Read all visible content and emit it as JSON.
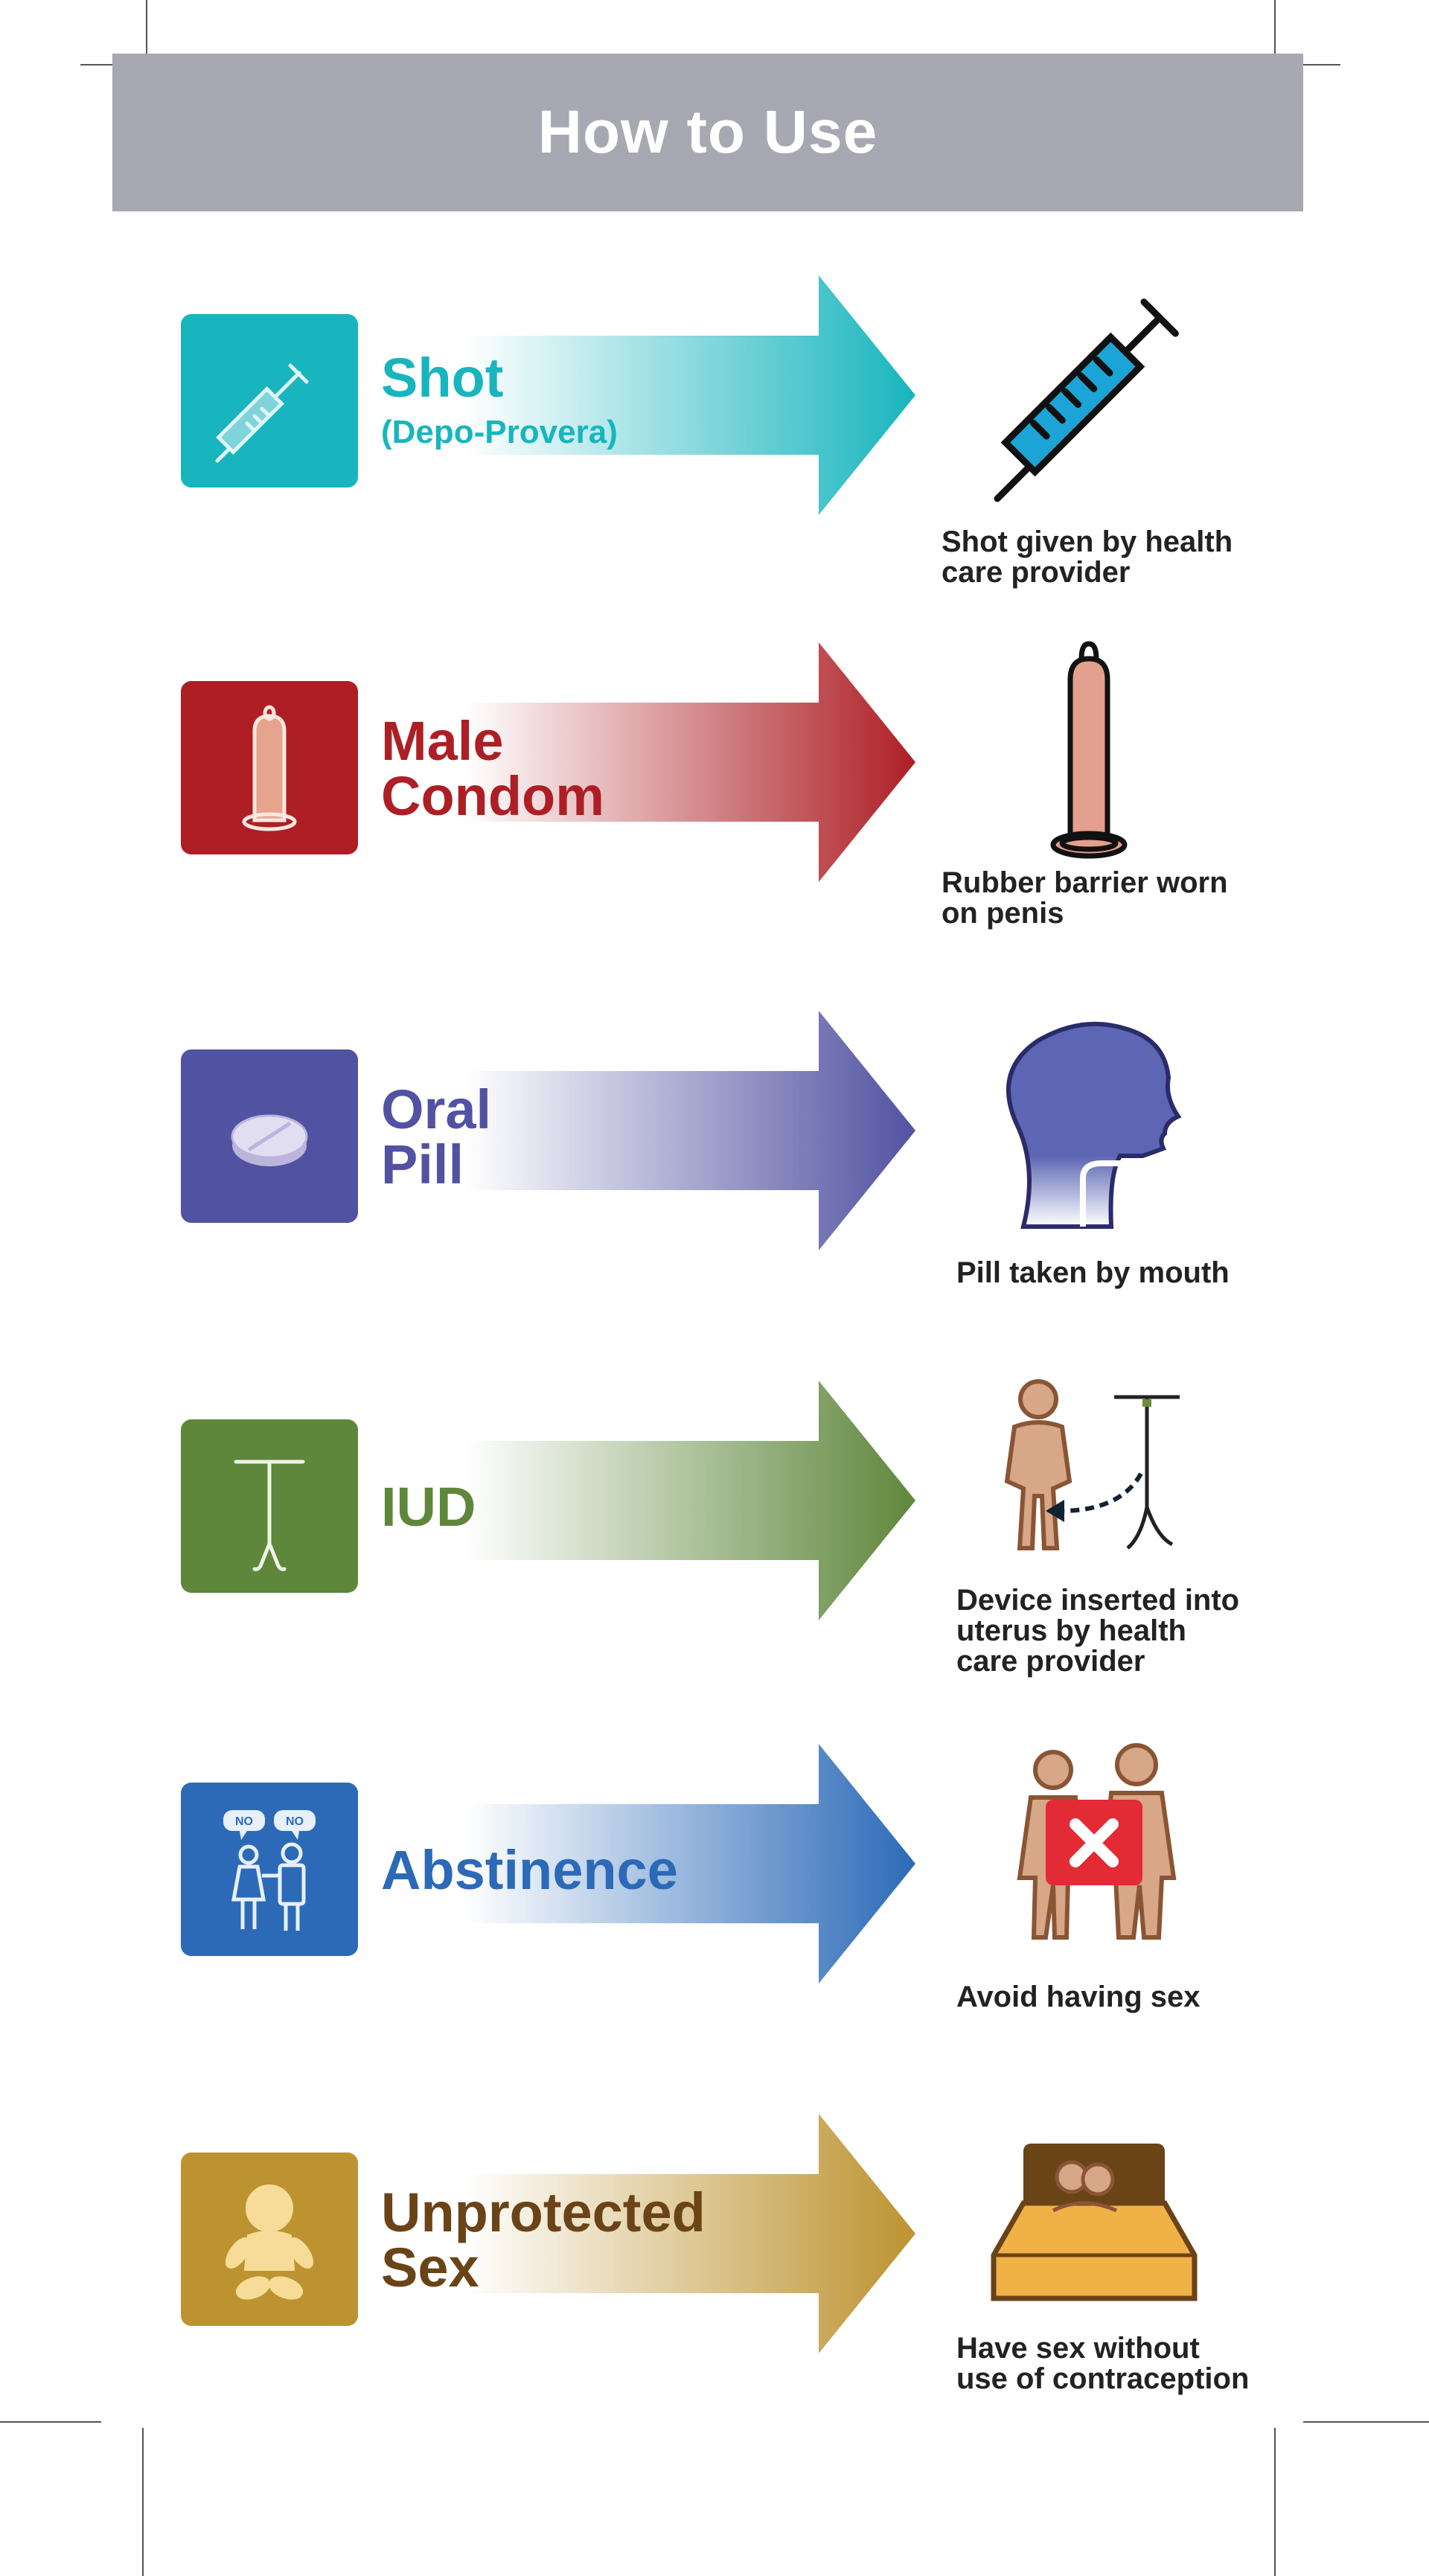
{
  "header": {
    "title": "How to Use",
    "bg_color": "#a7a8b2"
  },
  "methods": [
    {
      "id": "shot",
      "title": "Shot",
      "subtitle": "(Depo-Provera)",
      "caption_lines": [
        "Shot given by health",
        "care provider"
      ],
      "color": "#18b5be",
      "icon": "syringe-icon",
      "illustration": "syringe-illustration"
    },
    {
      "id": "male-condom",
      "title_lines": [
        "Male",
        "Condom"
      ],
      "caption_lines": [
        "Rubber barrier worn",
        "on penis"
      ],
      "color": "#ad1f25",
      "icon": "condom-icon",
      "illustration": "condom-illustration"
    },
    {
      "id": "oral-pill",
      "title_lines": [
        "Oral",
        "Pill"
      ],
      "caption_lines": [
        "Pill taken by mouth"
      ],
      "color": "#5252a2",
      "icon": "pill-icon",
      "illustration": "head-profile-illustration"
    },
    {
      "id": "iud",
      "title": "IUD",
      "caption_lines": [
        "Device inserted into",
        "uterus by health",
        "care provider"
      ],
      "color": "#5f873c",
      "icon": "iud-icon",
      "illustration": "iud-insertion-illustration"
    },
    {
      "id": "abstinence",
      "title": "Abstinence",
      "caption_lines": [
        "Avoid having sex"
      ],
      "color": "#2c6ab8",
      "icon": "couple-saying-no-icon",
      "icon_text": [
        "NO",
        "NO"
      ],
      "illustration": "couple-crossed-illustration"
    },
    {
      "id": "unprotected-sex",
      "title_lines": [
        "Unprotected",
        "Sex"
      ],
      "caption_lines": [
        "Have sex without",
        "use of contraception"
      ],
      "color": "#bd9331",
      "title_color": "#6a4317",
      "icon": "baby-icon",
      "illustration": "couple-in-bed-illustration"
    }
  ]
}
